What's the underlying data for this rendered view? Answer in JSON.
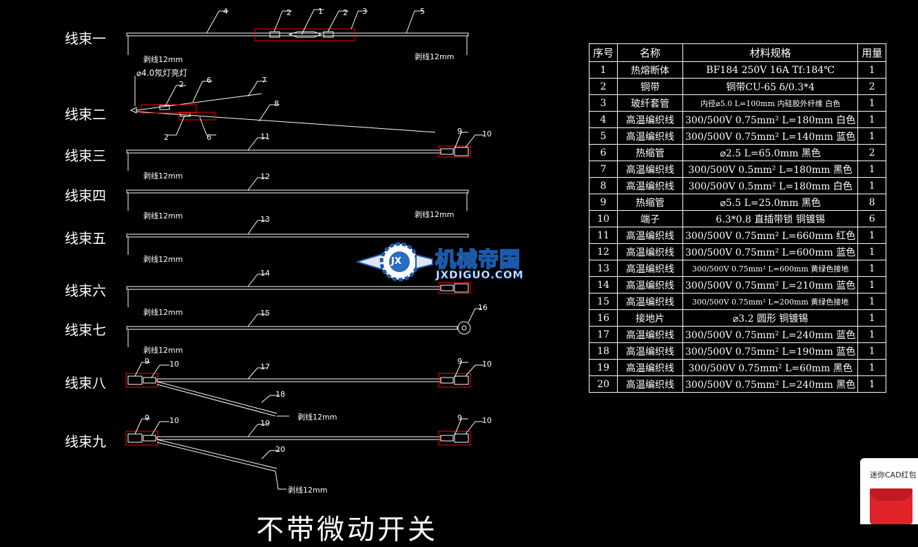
{
  "bundles": [
    {
      "label": "线束一"
    },
    {
      "label": "线束二"
    },
    {
      "label": "线束三"
    },
    {
      "label": "线束四"
    },
    {
      "label": "线束五"
    },
    {
      "label": "线束六"
    },
    {
      "label": "线束七"
    },
    {
      "label": "线束八"
    },
    {
      "label": "线束九"
    }
  ],
  "strip_note": "剥线12mm",
  "neon_note": "⌀4.0氖灯亮灯",
  "callouts": {
    "n1": "1",
    "n2": "2",
    "n3": "3",
    "n4": "4",
    "n5": "5",
    "n6": "6",
    "n7": "7",
    "n8": "8",
    "n9": "9",
    "n10": "10",
    "n11": "11",
    "n12": "12",
    "n13": "13",
    "n14": "14",
    "n15": "15",
    "n16": "16",
    "n17": "17",
    "n18": "18",
    "n19": "19",
    "n20": "20"
  },
  "bom": {
    "headers": [
      "序号",
      "名称",
      "材料规格",
      "用量"
    ],
    "rows": [
      [
        "1",
        "热熔断体",
        "BF184 250V 16A  Tf:184℃",
        "1"
      ],
      [
        "2",
        "铜带",
        "铜带CU-65 δ/0.3*4",
        "2"
      ],
      [
        "3",
        "玻纤套管",
        "内径⌀5.0 L=100mm 内硅胶外纤维 白色",
        "1"
      ],
      [
        "4",
        "高温编织线",
        "300/500V 0.75mm² L=180mm 白色",
        "1"
      ],
      [
        "5",
        "高温编织线",
        "300/500V 0.75mm² L=140mm 蓝色",
        "1"
      ],
      [
        "6",
        "热缩管",
        "⌀2.5 L=65.0mm 黑色",
        "2"
      ],
      [
        "7",
        "高温编织线",
        "300/500V 0.5mm² L=180mm 黑色",
        "1"
      ],
      [
        "8",
        "高温编织线",
        "300/500V 0.5mm² L=180mm 白色",
        "1"
      ],
      [
        "9",
        "热缩管",
        "⌀5.5 L=25.0mm 黑色",
        "8"
      ],
      [
        "10",
        "端子",
        "6.3*0.8 直插带锁  铜镀锡",
        "6"
      ],
      [
        "11",
        "高温编织线",
        "300/500V 0.75mm² L=660mm 红色",
        "1"
      ],
      [
        "12",
        "高温编织线",
        "300/500V 0.75mm² L=600mm 蓝色",
        "1"
      ],
      [
        "13",
        "高温编织线",
        "300/500V 0.75mm² L=600mm 黄绿色接地",
        "1"
      ],
      [
        "14",
        "高温编织线",
        "300/500V 0.75mm² L=210mm 蓝色",
        "1"
      ],
      [
        "15",
        "高温编织线",
        "300/500V 0.75mm² L=200mm 黄绿色接地",
        "1"
      ],
      [
        "16",
        "接地片",
        "⌀3.2 圆形 铜镀锡",
        "1"
      ],
      [
        "17",
        "高温编织线",
        "300/500V 0.75mm² L=240mm 蓝色",
        "1"
      ],
      [
        "18",
        "高温编织线",
        "300/500V 0.75mm² L=190mm 蓝色",
        "1"
      ],
      [
        "19",
        "高温编织线",
        "300/500V 0.75mm² L=60mm 黑色",
        "1"
      ],
      [
        "20",
        "高温编织线",
        "300/500V 0.75mm² L=240mm 黑色",
        "1"
      ]
    ]
  },
  "watermark": {
    "text": "机械帝国",
    "sub": "JXDIGUO.COM",
    "badge": "JX"
  },
  "bottom_title": "不带微动开关",
  "ad": {
    "text": "迷你CAD红包"
  },
  "colors": {
    "background": "#000000",
    "line": "#ffffff",
    "highlight": "#ff0000",
    "watermark_blue": "#1a5aa8"
  }
}
